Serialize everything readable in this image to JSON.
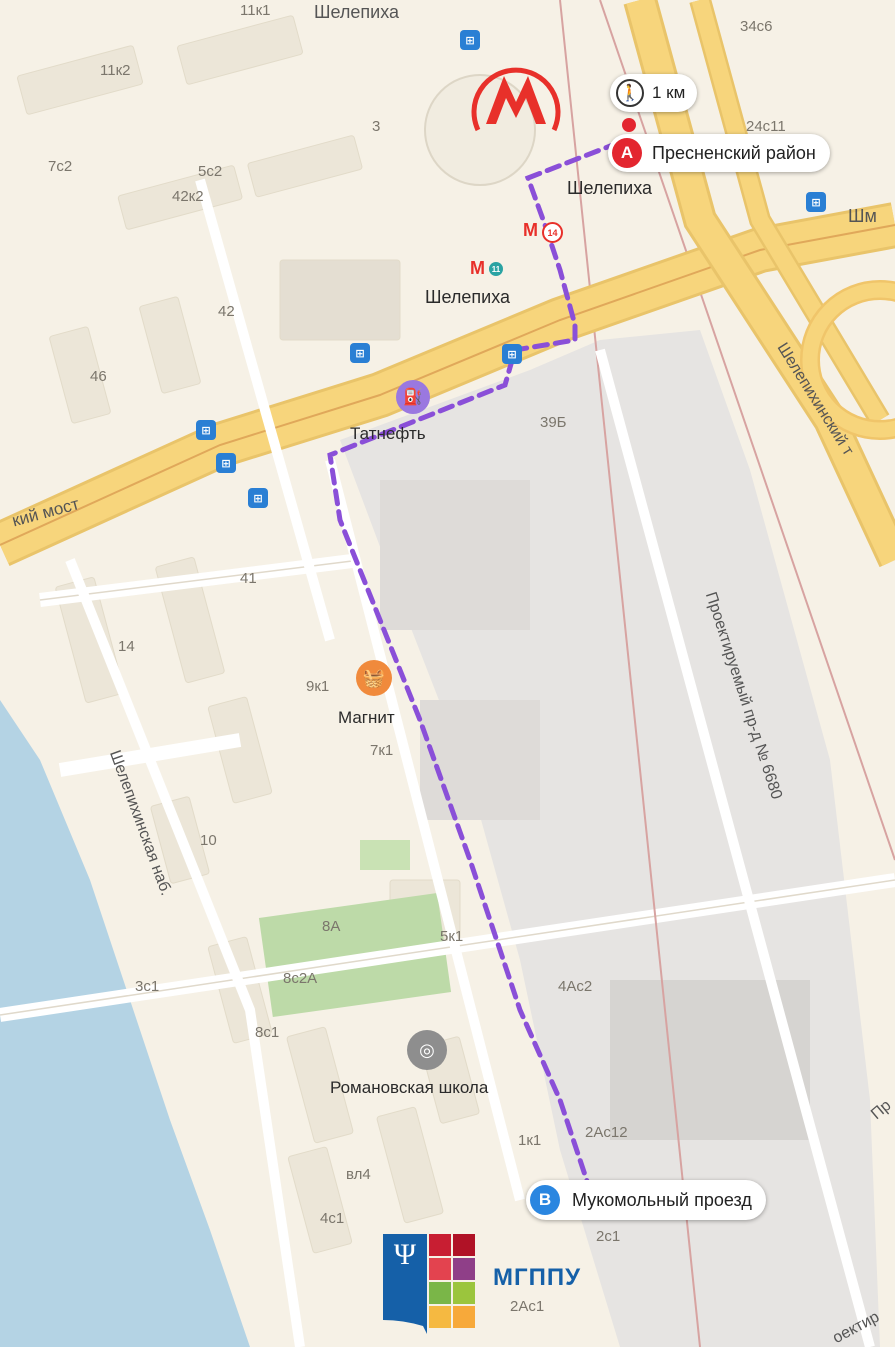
{
  "route": {
    "walk_distance": "1 км",
    "start": {
      "marker": "A",
      "label": "Пресненский район"
    },
    "end": {
      "marker": "B",
      "label": "Мукомольный проезд"
    }
  },
  "metro": {
    "station": "Шелепиха",
    "station_label_2": "Шелепиха",
    "line_14": "14",
    "line_11": "11"
  },
  "streets": {
    "top": "Шелепиха",
    "bridge": "кий мост",
    "embankment": "Шелепихинская наб.",
    "proezd": "Проектируемый пр-д № 6680",
    "tunnel": "Шелепихинский т",
    "shm": "Шм",
    "pr_right": "Пр",
    "proekt_bottom": "оектир"
  },
  "pois": {
    "gas": "Татнефть",
    "shop": "Магнит",
    "school": "Романовская школа"
  },
  "buildings": {
    "b1": "11к2",
    "b2": "7с2",
    "b3": "5с2",
    "b4": "42к2",
    "b5": "3",
    "b6": "42",
    "b7": "46",
    "b8": "34с6",
    "b9": "39Б",
    "b10": "41",
    "b11": "14",
    "b12": "9к1",
    "b13": "7к1",
    "b14": "10",
    "b15": "8А",
    "b16": "5к1",
    "b17": "8с2А",
    "b18": "8с1",
    "b19": "3с1",
    "b20": "4Ас2",
    "b21": "2Ас12",
    "b22": "1к1",
    "b23": "вл4",
    "b24": "4с1",
    "b25": "2с1",
    "b26": "2Ас1",
    "b27": "11к1",
    "b28": "24с11"
  },
  "logo": {
    "text": "МГППУ",
    "colors": [
      "#c81e32",
      "#e3434f",
      "#8f3f88",
      "#7ab648",
      "#f5b941",
      "#1560a8"
    ]
  },
  "colors": {
    "route": "#8a4fd8",
    "pin_a": "#e3262f",
    "pin_b": "#2a86e0",
    "metro": "#e8302a",
    "bus": "#2a7fd4",
    "road": "#f7d57c",
    "water": "#b4d3e4",
    "park": "#bddaa8"
  }
}
